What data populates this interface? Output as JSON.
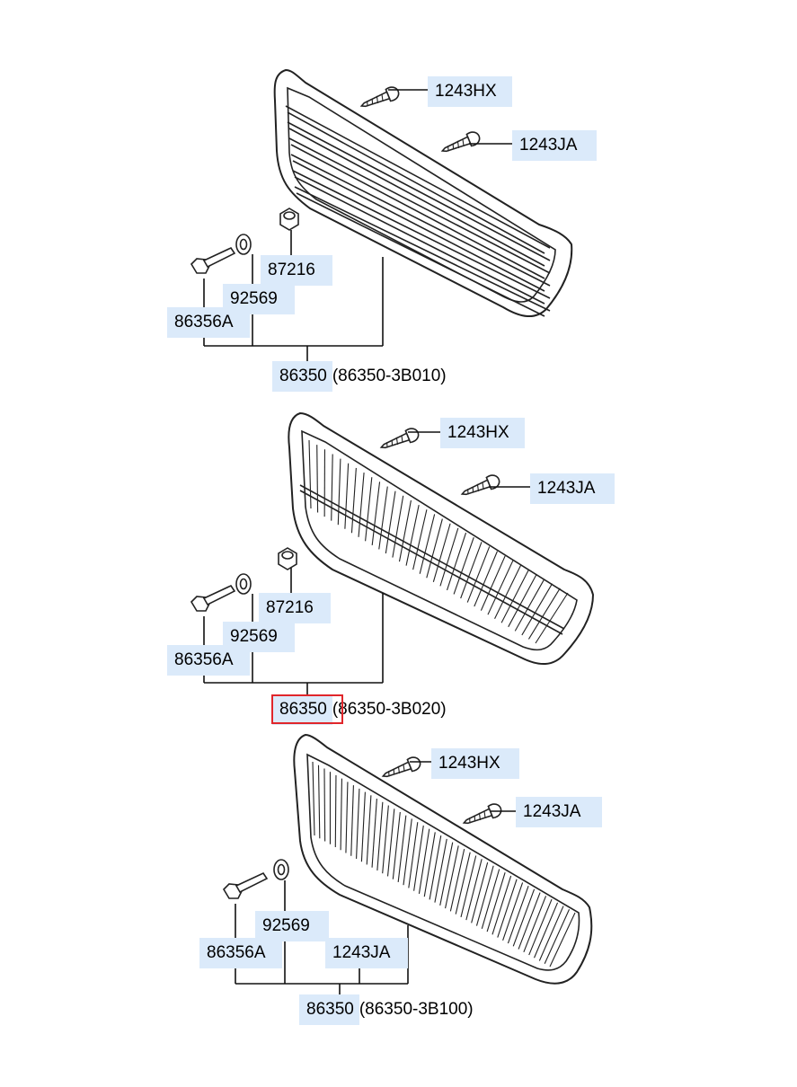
{
  "groups": [
    {
      "screw_top": "1243HX",
      "screw_side": "1243JA",
      "nut": "87216",
      "washer": "92569",
      "bolt": "86356A",
      "assy_code": "86350",
      "assy_suffix": "(86350-3B010)"
    },
    {
      "screw_top": "1243HX",
      "screw_side": "1243JA",
      "nut": "87216",
      "washer": "92569",
      "bolt": "86356A",
      "assy_code": "86350",
      "assy_suffix": "(86350-3B020)",
      "selected": true
    },
    {
      "screw_top": "1243HX",
      "screw_side": "1243JA",
      "washer": "92569",
      "bolt": "86356A",
      "screw_lower": "1243JA",
      "assy_code": "86350",
      "assy_suffix": "(86350-3B100)"
    }
  ],
  "colors": {
    "label_bg": "#dbeafa",
    "selected_outline": "#e0262b"
  }
}
